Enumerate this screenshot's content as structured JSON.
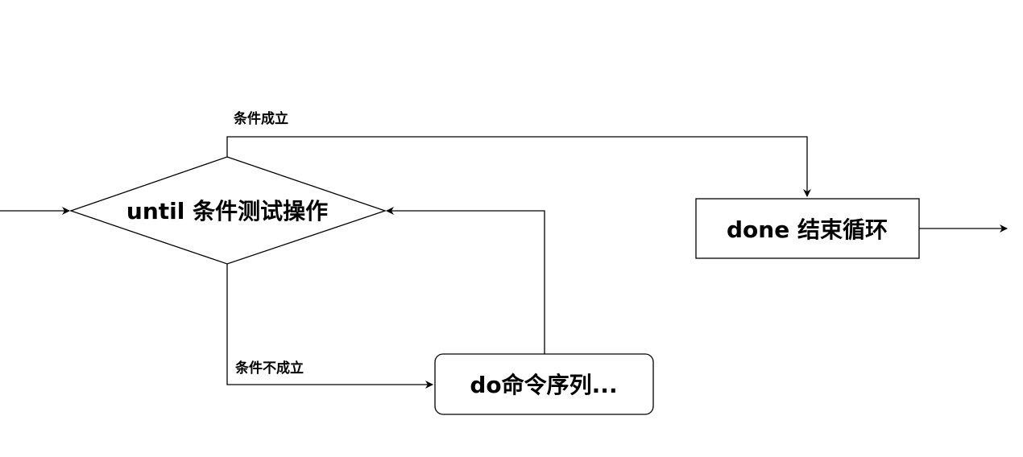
{
  "diagram": {
    "decision": {
      "label": "until 条件测试操作"
    },
    "done_box": {
      "label": "done 结束循环"
    },
    "do_box": {
      "label": "do命令序列..."
    },
    "edges": {
      "true_label": "条件成立",
      "false_label": "条件不成立"
    }
  },
  "colors": {
    "stroke": "#000000",
    "fill": "#ffffff",
    "text": "#000000"
  }
}
